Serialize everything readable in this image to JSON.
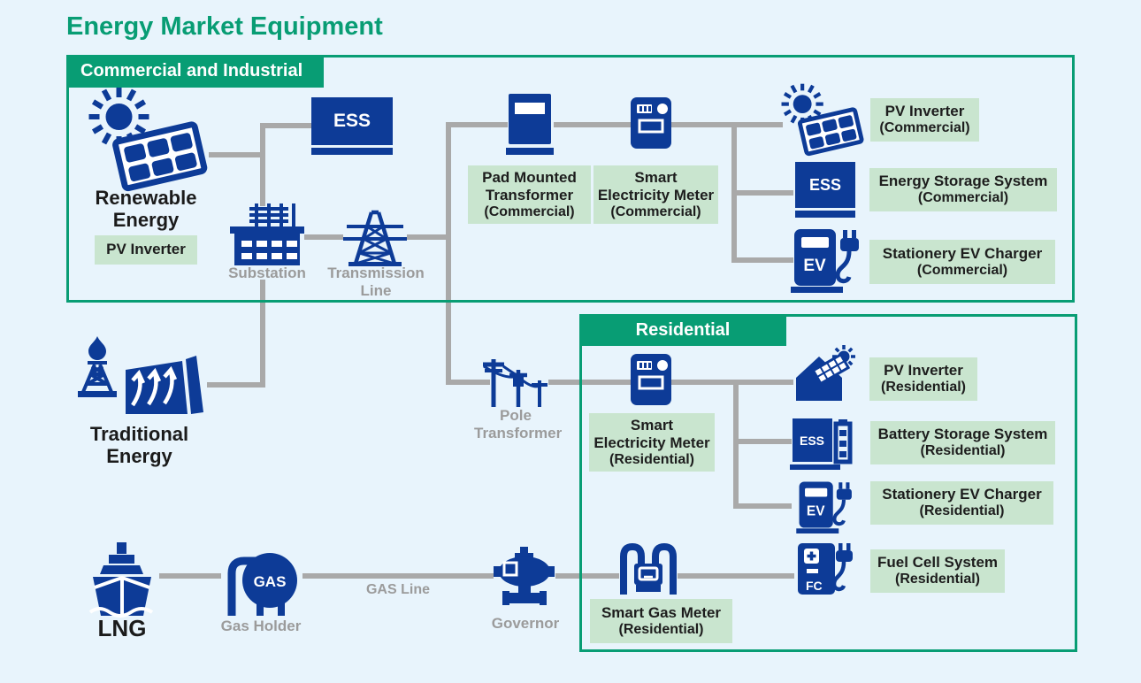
{
  "title": "Energy Market Equipment",
  "colors": {
    "accent_green": "#089d74",
    "icon_navy": "#0d3b97",
    "chip_green": "#c9e5cf",
    "connector_gray": "#a9a9a9",
    "infra_label_gray": "#9b9b9b",
    "background": "#e8f4fc"
  },
  "sections": {
    "commercial": {
      "header": "Commercial and Industrial"
    },
    "residential": {
      "header": "Residential"
    }
  },
  "nodes": {
    "renewable_energy": {
      "name": [
        "Renewable",
        "Energy"
      ],
      "chip": [
        "PV Inverter"
      ]
    },
    "ess_commercial": {
      "icon_text": "ESS"
    },
    "substation": {
      "label": "Substation"
    },
    "transmission_line": {
      "label": [
        "Transmission",
        "Line"
      ]
    },
    "pad_mounted_transformer": {
      "chip": [
        "Pad Mounted",
        "Transformer",
        "(Commercial)"
      ]
    },
    "smart_meter_commercial": {
      "chip": [
        "Smart",
        "Electricity Meter",
        "(Commercial)"
      ]
    },
    "pv_inverter_commercial": {
      "chip": [
        "PV Inverter",
        "(Commercial)"
      ]
    },
    "energy_storage_system": {
      "icon_text": "ESS",
      "chip": [
        "Energy Storage System",
        "(Commercial)"
      ]
    },
    "ev_charger_commercial": {
      "icon_text": "EV",
      "chip": [
        "Stationery EV Charger",
        "(Commercial)"
      ]
    },
    "traditional_energy": {
      "name": [
        "Traditional",
        "Energy"
      ]
    },
    "pole_transformer": {
      "label": [
        "Pole",
        "Transformer"
      ]
    },
    "smart_meter_residential": {
      "chip": [
        "Smart",
        "Electricity Meter",
        "(Residential)"
      ]
    },
    "pv_inverter_residential": {
      "chip": [
        "PV Inverter",
        "(Residential)"
      ]
    },
    "battery_storage_system": {
      "icon_text": "ESS",
      "chip": [
        "Battery Storage System",
        "(Residential)"
      ]
    },
    "ev_charger_residential": {
      "icon_text": "EV",
      "chip": [
        "Stationery EV Charger",
        "(Residential)"
      ]
    },
    "fuel_cell_system": {
      "icon_text": "FC",
      "chip": [
        "Fuel Cell System",
        "(Residential)"
      ]
    },
    "lng": {
      "name": "LNG"
    },
    "gas_holder": {
      "icon_text": "GAS",
      "label": "Gas Holder"
    },
    "gas_line": {
      "label": "GAS Line"
    },
    "governor": {
      "label": "Governor"
    },
    "smart_gas_meter": {
      "chip": [
        "Smart Gas Meter",
        "(Residential)"
      ]
    }
  }
}
